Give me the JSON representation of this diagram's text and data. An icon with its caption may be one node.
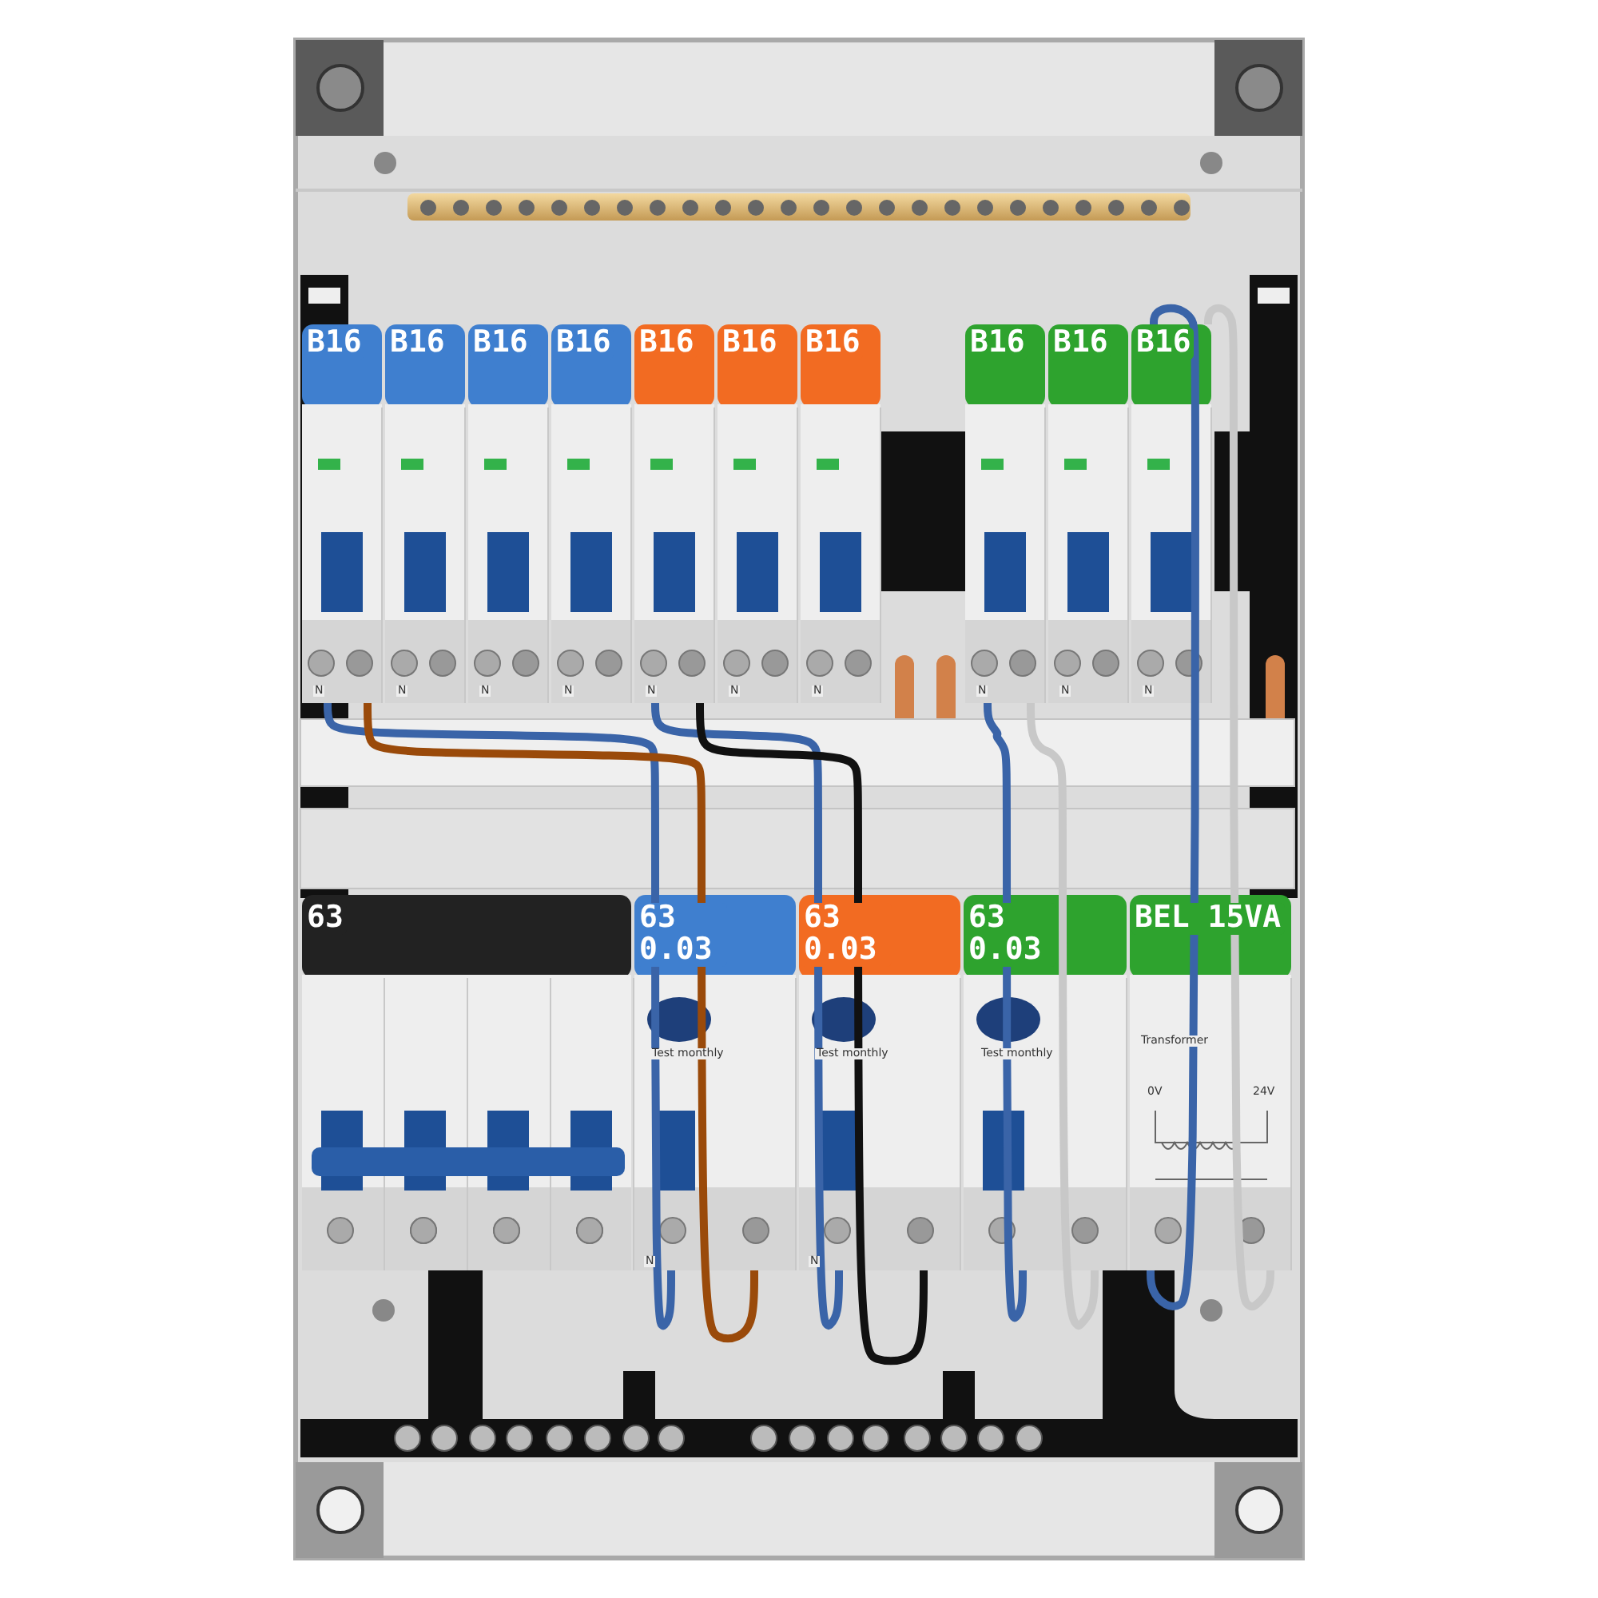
{
  "diagram": {
    "nodes": [
      {
        "text": [
          "B16",
          "N"
        ]
      },
      {
        "text": [
          "B16",
          "N"
        ]
      },
      {
        "text": [
          "B16",
          "N"
        ]
      },
      {
        "text": [
          "B16",
          "N"
        ]
      },
      {
        "text": [
          "B16",
          "N"
        ]
      },
      {
        "text": [
          "B16",
          "N"
        ]
      },
      {
        "text": [
          "B16",
          "N"
        ]
      },
      {
        "text": [
          "B16",
          "N"
        ]
      },
      {
        "text": [
          "B16",
          "N"
        ]
      },
      {
        "text": [
          "B16",
          "N"
        ]
      },
      {
        "text": [
          "63"
        ]
      },
      {
        "text": [
          "63 0.03",
          "Test monthly",
          "N"
        ]
      },
      {
        "text": [
          "63 0.03",
          "Test monthly",
          "N"
        ]
      },
      {
        "text": [
          "63 0.03",
          "Test monthly"
        ]
      },
      {
        "text": [
          "BEL 15VA",
          "Transformer",
          "0V",
          "24V"
        ]
      }
    ],
    "edges": [
      {
        "from": 0,
        "to": 11,
        "arrow": "none",
        "color": "#3a64a8"
      },
      {
        "from": 0,
        "to": 11,
        "arrow": "none",
        "color": "#9a4a0a"
      },
      {
        "from": 4,
        "to": 12,
        "arrow": "none",
        "color": "#3a64a8"
      },
      {
        "from": 4,
        "to": 12,
        "arrow": "none",
        "color": "#111111"
      },
      {
        "from": 7,
        "to": 13,
        "arrow": "none",
        "color": "#3a64a8"
      },
      {
        "from": 7,
        "to": 13,
        "arrow": "none",
        "color": "#c8c8c8"
      },
      {
        "from": 9,
        "to": 14,
        "arrow": "none",
        "color": "#3a64a8"
      },
      {
        "from": 9,
        "to": 14,
        "arrow": "none",
        "color": "#c8c8c8"
      }
    ]
  }
}
